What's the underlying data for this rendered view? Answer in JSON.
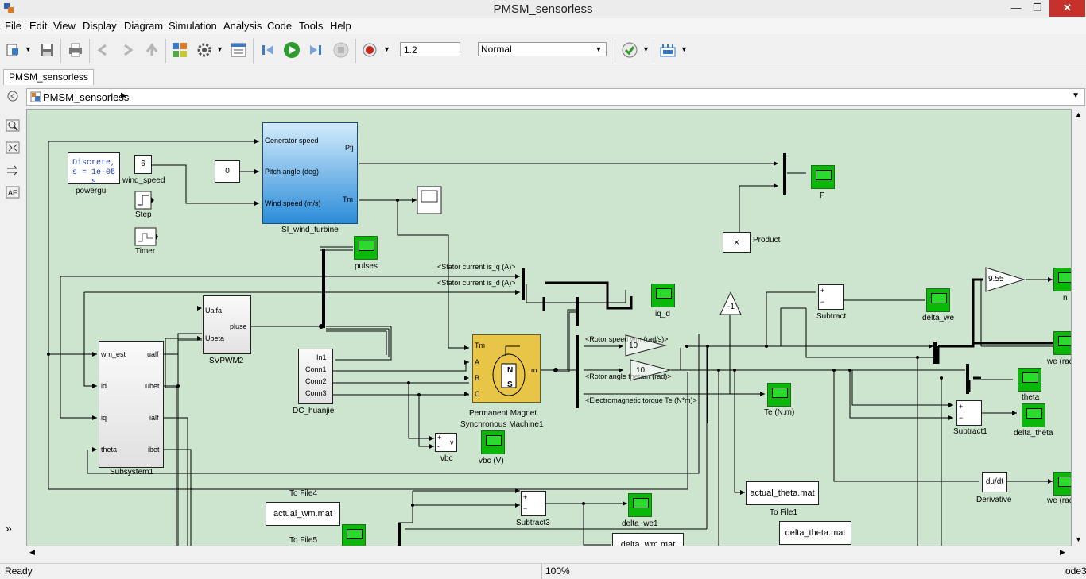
{
  "window": {
    "title": "PMSM_sensorless"
  },
  "menu": [
    "File",
    "Edit",
    "View",
    "Display",
    "Diagram",
    "Simulation",
    "Analysis",
    "Code",
    "Tools",
    "Help"
  ],
  "toolbar": {
    "stop_time": "1.2",
    "sim_mode": "Normal"
  },
  "tab": {
    "label": "PMSM_sensorless"
  },
  "breadcrumb": {
    "label": "PMSM_sensorless"
  },
  "blocks": {
    "powergui": {
      "text1": "Discrete,",
      "text2": "s = 1e-05 s",
      "label": "powergui"
    },
    "wind_speed": {
      "value": "6",
      "label": "wind_speed"
    },
    "pitch": {
      "value": "0"
    },
    "step": {
      "label": "Step"
    },
    "timer": {
      "label": "Timer"
    },
    "turbine": {
      "in1": "Generator speed",
      "in2": "Pitch angle (deg)",
      "in3": "Wind speed (m/s)",
      "out1": "Pfj",
      "out2": "Tm",
      "label": "SI_wind_turbine"
    },
    "P": {
      "label": "P"
    },
    "product": {
      "label": "Product",
      "sym": "×"
    },
    "neg": {
      "value": "-1"
    },
    "gain955": {
      "value": "9.55"
    },
    "n": {
      "label": "n"
    },
    "pulses": {
      "label": "pulses"
    },
    "iq_d": {
      "label": "iq_d"
    },
    "stator_q": "<Stator current is_q (A)>",
    "stator_d": "<Stator current is_d (A)>",
    "rotor_speed": "<Rotor speed wm (rad/s)>",
    "rotor_angle": "<Rotor angle thetam (rad)>",
    "torque": "<Electromagnetic torque Te (N*m)>",
    "gain10a": "10",
    "gain10b": "10",
    "subtract": {
      "label": "Subtract"
    },
    "delta_we": {
      "label": "delta_we"
    },
    "we_rad1": {
      "label": "we (rad"
    },
    "theta": {
      "label": "theta"
    },
    "subtract1": {
      "label": "Subtract1"
    },
    "delta_theta": {
      "label": "delta_theta"
    },
    "derivative": {
      "value": "du/dt",
      "label": "Derivative"
    },
    "we_rad2": {
      "label": "we (rad"
    },
    "te": {
      "label": "Te (N.m)"
    },
    "svpwm": {
      "in1": "Ualfa",
      "in2": "Ubeta",
      "out": "pluse",
      "label": "SVPWM2"
    },
    "dc": {
      "p1": "In1",
      "p2": "Conn1",
      "p3": "Conn2",
      "p4": "Conn3",
      "label": "DC_huanjie"
    },
    "pmsm": {
      "tm": "Tm",
      "a": "A",
      "b": "B",
      "c": "C",
      "m": "m",
      "n": "N",
      "s": "S",
      "label1": "Permanent Magnet",
      "label2": "Synchronous Machine1"
    },
    "vbc": {
      "label": "vbc",
      "v": "v"
    },
    "vbc_v": {
      "label": "vbc (V)"
    },
    "subsystem1": {
      "in1": "wm_est",
      "in2": "id",
      "in3": "iq",
      "in4": "theta",
      "out1": "ualf",
      "out2": "ubet",
      "out3": "ialf",
      "out4": "ibet",
      "label": "Subsystem1"
    },
    "tofile4": {
      "value": "actual_wm.mat",
      "label": "To File4"
    },
    "tofile5": {
      "label": "To File5"
    },
    "subtract3": {
      "label": "Subtract3"
    },
    "delta_we1": {
      "label": "delta_we1"
    },
    "tofile1": {
      "value": "actual_theta.mat",
      "label": "To File1"
    },
    "delta_theta_mat": {
      "value": "delta_theta.mat"
    },
    "delta_wm_mat": {
      "value": "delta_wm.mat"
    }
  },
  "status": {
    "left": "Ready",
    "zoom": "100%",
    "solver": "ode3"
  }
}
